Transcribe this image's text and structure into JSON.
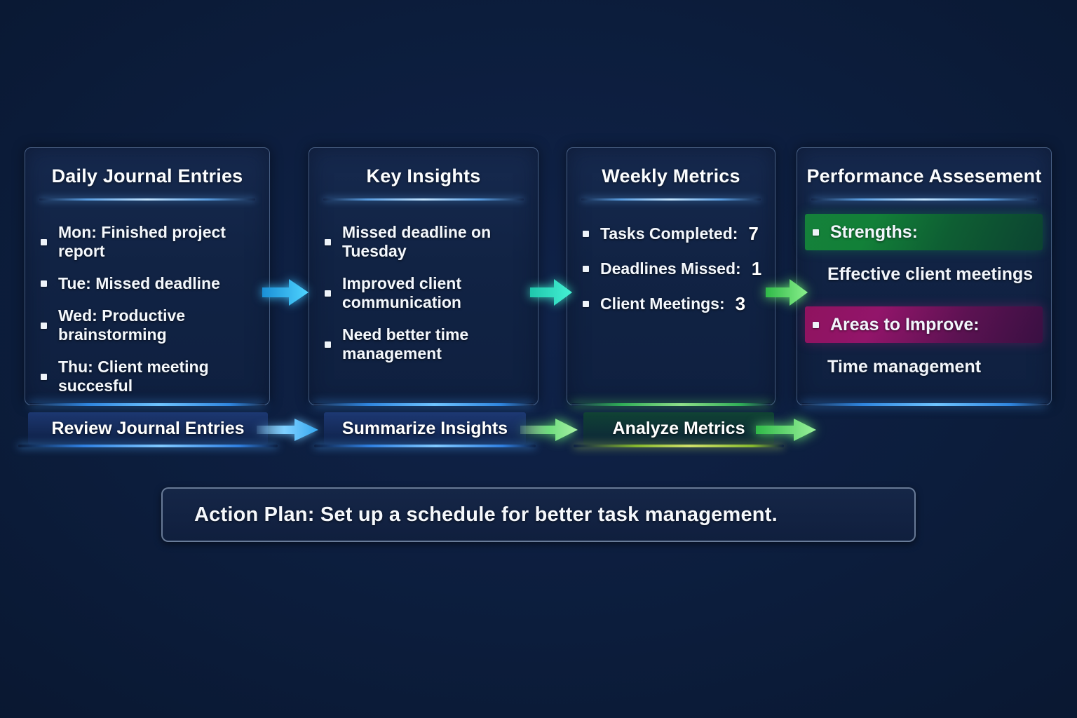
{
  "page": {
    "background_color": "#0c1d3c",
    "text_color": "#f2f6fc"
  },
  "panels": [
    {
      "title": "Daily Journal Entries",
      "items": [
        {
          "text": "Mon: Finished project report"
        },
        {
          "text": "Tue: Missed deadline"
        },
        {
          "text": "Wed: Productive brainstorming"
        },
        {
          "text": "Thu: Client meeting succesful"
        }
      ],
      "accent_color": "#5a9de0"
    },
    {
      "title": "Key Insights",
      "items": [
        {
          "text": "Missed deadline on Tuesday"
        },
        {
          "text": "Improved client communication"
        },
        {
          "text": "Need better time management"
        }
      ],
      "accent_color": "#5a9de0"
    },
    {
      "title": "Weekly Metrics",
      "metrics": [
        {
          "label": "Tasks Completed:",
          "value": "7"
        },
        {
          "label": "Deadlines Missed:",
          "value": "1"
        },
        {
          "label": "Client Meetings:",
          "value": "3"
        }
      ],
      "accent_color": "#2fae57"
    },
    {
      "title": "Performance Assesement",
      "sections": [
        {
          "heading": "Strengths:",
          "detail": "Effective client meetings",
          "highlight_color": "#15813a"
        },
        {
          "heading": "Areas to Improve:",
          "detail": "Time management",
          "highlight_color": "#8f135f"
        }
      ],
      "accent_color": "#5a9de0"
    }
  ],
  "connector_arrows": [
    {
      "name": "journal-to-insights",
      "color": "#2eb8f5"
    },
    {
      "name": "insights-to-metrics",
      "color": "#2fe3c6"
    },
    {
      "name": "metrics-to-assessment",
      "color": "#5ce05e"
    }
  ],
  "flow": {
    "steps": [
      {
        "label": "Review Journal Entries",
        "arrow_color": "#59c2f7"
      },
      {
        "label": "Summarize Insights",
        "arrow_color": "#7de887"
      },
      {
        "label": "Analyze Metrics",
        "arrow_color": "#7de887"
      }
    ]
  },
  "action_plan": {
    "text": "Action Plan: Set up a schedule for better task management."
  }
}
